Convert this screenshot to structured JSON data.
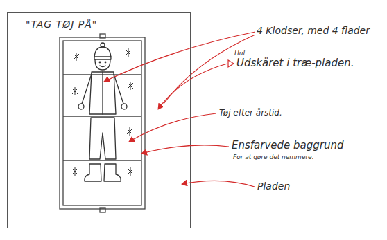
{
  "diagram": {
    "nodes": [
      {
        "text": [
          "\"TAG TØJ PÅ\""
        ]
      }
    ],
    "labels": [
      "4 Klodser, med 4 flader",
      "Hul",
      "Udskåret i træ-pladen.",
      "Tøj efter årstid.",
      "Ensfarvede baggrund",
      "For at gøre det nemmere.",
      "Pladen"
    ]
  }
}
